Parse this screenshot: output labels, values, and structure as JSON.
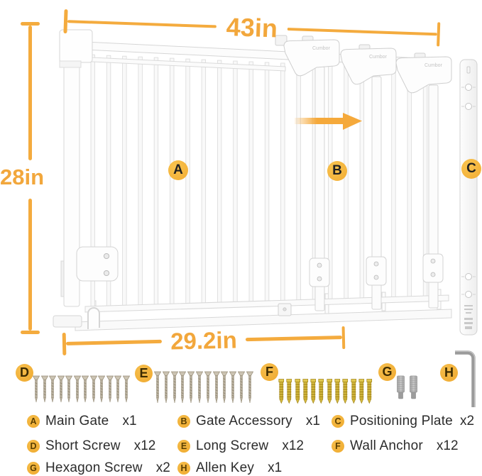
{
  "diagram": {
    "brand": "Cumbor",
    "dimensions": {
      "width_label": "43in",
      "height_label": "28in",
      "bottom_width_label": "29.2in"
    },
    "callouts": {
      "a": "A",
      "b": "B",
      "c": "C"
    }
  },
  "parts_row": {
    "d": {
      "letter": "D",
      "count": 12
    },
    "e": {
      "letter": "E",
      "count": 12
    },
    "f": {
      "letter": "F",
      "count": 12
    },
    "g": {
      "letter": "G",
      "count": 2
    },
    "h": {
      "letter": "H",
      "count": 1
    }
  },
  "legend": {
    "items": [
      {
        "letter": "A",
        "label": "Main Gate",
        "count": "x1"
      },
      {
        "letter": "B",
        "label": "Gate Accessory",
        "count": "x1"
      },
      {
        "letter": "C",
        "label": "Positioning Plate",
        "count": "x2"
      },
      {
        "letter": "D",
        "label": "Short Screw",
        "count": "x12"
      },
      {
        "letter": "E",
        "label": "Long Screw",
        "count": "x12"
      },
      {
        "letter": "F",
        "label": "Wall Anchor",
        "count": "x12"
      },
      {
        "letter": "G",
        "label": "Hexagon Screw",
        "count": "x2"
      },
      {
        "letter": "H",
        "label": "Allen Key",
        "count": "x1"
      }
    ]
  },
  "colors": {
    "accent_orange": "#F2A73C",
    "badge_yellow": "#F2B13C",
    "screw_metal": "#B7AE9C",
    "anchor_gold": "#D3B83E",
    "tool_grey": "#9B9B9B",
    "gate_white": "#FCFCFC",
    "gate_outline": "#D6D6D6",
    "legend_text": "#2C2C2C"
  }
}
